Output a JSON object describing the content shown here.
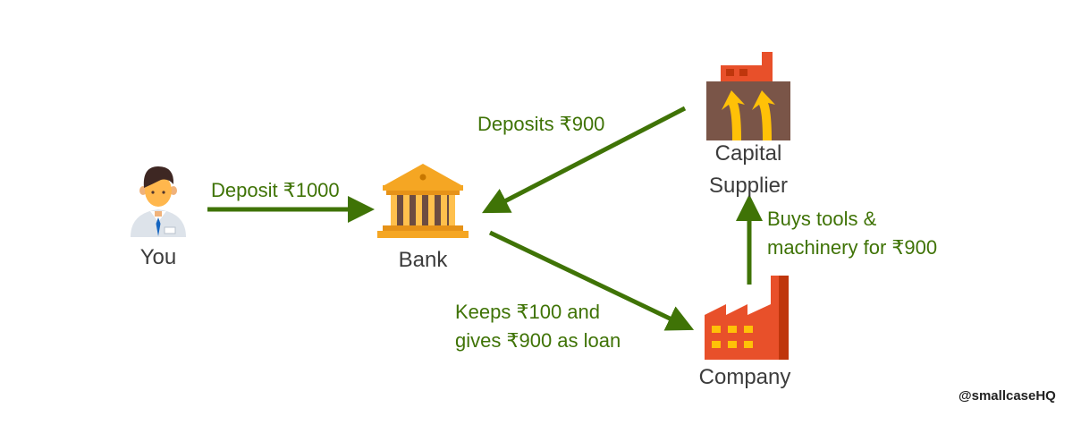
{
  "nodes": {
    "you": {
      "label": "You",
      "icon": "person-icon"
    },
    "bank": {
      "label": "Bank",
      "icon": "bank-building-icon"
    },
    "capital_supplier": {
      "label_line1": "Capital",
      "label_line2": "Supplier",
      "icon": "factory-growth-icon"
    },
    "company": {
      "label": "Company",
      "icon": "factory-icon"
    }
  },
  "edges": {
    "you_to_bank": {
      "label": "Deposit ₹1000"
    },
    "supplier_to_bank": {
      "label": "Deposits ₹900"
    },
    "bank_to_company": {
      "label_line1": "Keeps ₹100 and",
      "label_line2": "gives ₹900 as loan"
    },
    "company_to_supplier": {
      "label_line1": "Buys tools &",
      "label_line2": "machinery for ₹900"
    }
  },
  "credit": "@smallcaseHQ",
  "colors": {
    "arrow": "#3f7306",
    "label_green": "#3f7306",
    "node_text": "#3c3c3c",
    "bank_orange": "#f5a623",
    "factory_red": "#e8502a",
    "factory_brown": "#7a5548",
    "window_yellow": "#ffc107"
  }
}
